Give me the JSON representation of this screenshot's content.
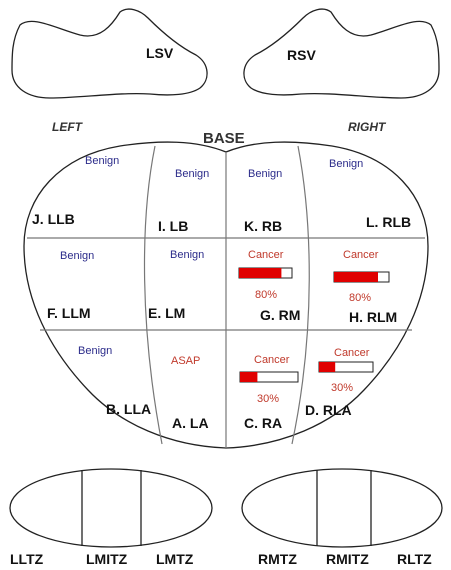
{
  "vesicles": {
    "left": "LSV",
    "right": "RSV"
  },
  "headers": {
    "left": "LEFT",
    "base": "BASE",
    "right": "RIGHT"
  },
  "zones": [
    {
      "key": "llb",
      "label": "J. LLB",
      "status": "Benign",
      "result": "benign"
    },
    {
      "key": "lb",
      "label": "I. LB",
      "status": "Benign",
      "result": "benign"
    },
    {
      "key": "rb",
      "label": "K. RB",
      "status": "Benign",
      "result": "benign"
    },
    {
      "key": "rlb",
      "label": "L. RLB",
      "status": "Benign",
      "result": "benign"
    },
    {
      "key": "llm",
      "label": "F. LLM",
      "status": "Benign",
      "result": "benign"
    },
    {
      "key": "lm",
      "label": "E. LM",
      "status": "Benign",
      "result": "benign"
    },
    {
      "key": "rm",
      "label": "G. RM",
      "status": "Cancer",
      "result": "cancer",
      "percent": 80,
      "percent_text": "80%"
    },
    {
      "key": "rlm",
      "label": "H. RLM",
      "status": "Cancer",
      "result": "cancer",
      "percent": 80,
      "percent_text": "80%"
    },
    {
      "key": "lla",
      "label": "B. LLA",
      "status": "Benign",
      "result": "benign"
    },
    {
      "key": "la",
      "label": "A. LA",
      "status": "ASAP",
      "result": "asap"
    },
    {
      "key": "ra",
      "label": "C. RA",
      "status": "Cancer",
      "result": "cancer",
      "percent": 30,
      "percent_text": "30%"
    },
    {
      "key": "rla",
      "label": "D. RLA",
      "status": "Cancer",
      "result": "cancer",
      "percent": 30,
      "percent_text": "30%"
    }
  ],
  "transition_zones": [
    "LLTZ",
    "LMITZ",
    "LMTZ",
    "RMTZ",
    "RMITZ",
    "RLTZ"
  ],
  "colors": {
    "cancer": "#c0392b",
    "benign": "#2b2b8a",
    "bar_fill": "#e00000",
    "outline": "#222222"
  }
}
